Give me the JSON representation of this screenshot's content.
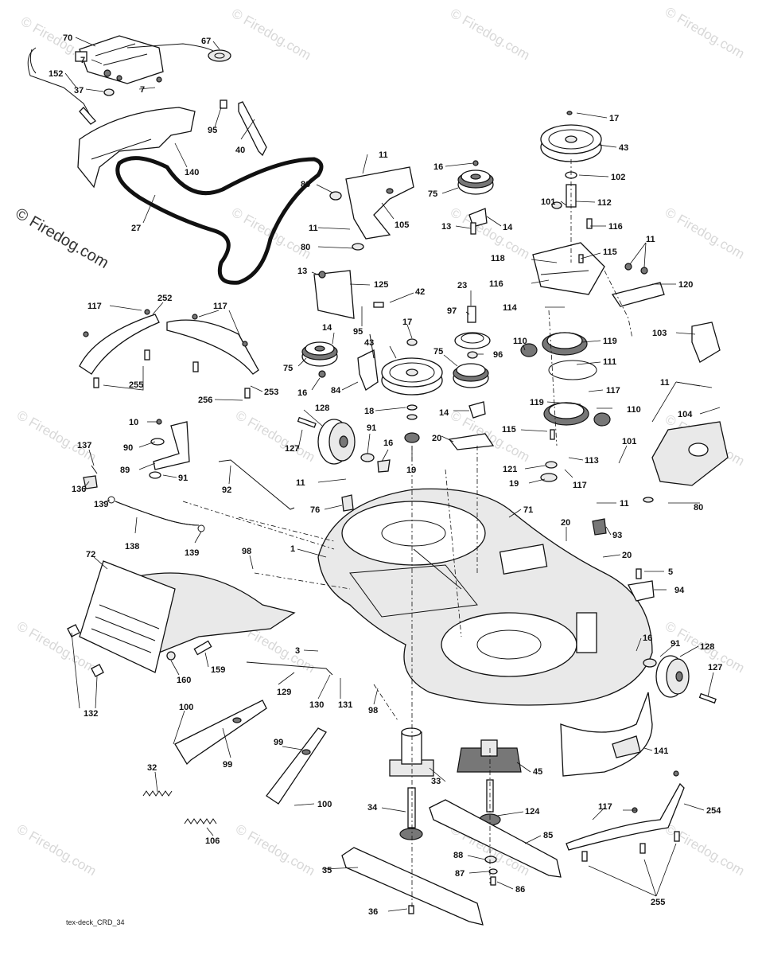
{
  "watermark": {
    "text": "© Firedog.com",
    "color_light": "#d8d8d8",
    "color_dark": "#333333"
  },
  "footer_code": "tex-deck_CRD_34",
  "callouts": [
    {
      "label": "70"
    },
    {
      "label": "67"
    },
    {
      "label": "7"
    },
    {
      "label": "7"
    },
    {
      "label": "152"
    },
    {
      "label": "37"
    },
    {
      "label": "95"
    },
    {
      "label": "40"
    },
    {
      "label": "140"
    },
    {
      "label": "27"
    },
    {
      "label": "11"
    },
    {
      "label": "80"
    },
    {
      "label": "11"
    },
    {
      "label": "80"
    },
    {
      "label": "105"
    },
    {
      "label": "16"
    },
    {
      "label": "75"
    },
    {
      "label": "13"
    },
    {
      "label": "14"
    },
    {
      "label": "17"
    },
    {
      "label": "43"
    },
    {
      "label": "102"
    },
    {
      "label": "101"
    },
    {
      "label": "112"
    },
    {
      "label": "116"
    },
    {
      "label": "11"
    },
    {
      "label": "118"
    },
    {
      "label": "115"
    },
    {
      "label": "116"
    },
    {
      "label": "120"
    },
    {
      "label": "13"
    },
    {
      "label": "125"
    },
    {
      "label": "42"
    },
    {
      "label": "23"
    },
    {
      "label": "114"
    },
    {
      "label": "103"
    },
    {
      "label": "117"
    },
    {
      "label": "252"
    },
    {
      "label": "117"
    },
    {
      "label": "95"
    },
    {
      "label": "97"
    },
    {
      "label": "17"
    },
    {
      "label": "14"
    },
    {
      "label": "43"
    },
    {
      "label": "96"
    },
    {
      "label": "75"
    },
    {
      "label": "110"
    },
    {
      "label": "119"
    },
    {
      "label": "111"
    },
    {
      "label": "75"
    },
    {
      "label": "16"
    },
    {
      "label": "84"
    },
    {
      "label": "255"
    },
    {
      "label": "256"
    },
    {
      "label": "253"
    },
    {
      "label": "117"
    },
    {
      "label": "11"
    },
    {
      "label": "119"
    },
    {
      "label": "110"
    },
    {
      "label": "104"
    },
    {
      "label": "128"
    },
    {
      "label": "18"
    },
    {
      "label": "14"
    },
    {
      "label": "10"
    },
    {
      "label": "127"
    },
    {
      "label": "91"
    },
    {
      "label": "90"
    },
    {
      "label": "16"
    },
    {
      "label": "20"
    },
    {
      "label": "115"
    },
    {
      "label": "137"
    },
    {
      "label": "89"
    },
    {
      "label": "19"
    },
    {
      "label": "101"
    },
    {
      "label": "91"
    },
    {
      "label": "121"
    },
    {
      "label": "19"
    },
    {
      "label": "113"
    },
    {
      "label": "92"
    },
    {
      "label": "11"
    },
    {
      "label": "117"
    },
    {
      "label": "80"
    },
    {
      "label": "136"
    },
    {
      "label": "76"
    },
    {
      "label": "71"
    },
    {
      "label": "11"
    },
    {
      "label": "139"
    },
    {
      "label": "20"
    },
    {
      "label": "93"
    },
    {
      "label": "138"
    },
    {
      "label": "139"
    },
    {
      "label": "98"
    },
    {
      "label": "1"
    },
    {
      "label": "20"
    },
    {
      "label": "72"
    },
    {
      "label": "5"
    },
    {
      "label": "94"
    },
    {
      "label": "3"
    },
    {
      "label": "16"
    },
    {
      "label": "91"
    },
    {
      "label": "128"
    },
    {
      "label": "160"
    },
    {
      "label": "159"
    },
    {
      "label": "127"
    },
    {
      "label": "129"
    },
    {
      "label": "130"
    },
    {
      "label": "131"
    },
    {
      "label": "98"
    },
    {
      "label": "132"
    },
    {
      "label": "100"
    },
    {
      "label": "141"
    },
    {
      "label": "99"
    },
    {
      "label": "99"
    },
    {
      "label": "33"
    },
    {
      "label": "45"
    },
    {
      "label": "32"
    },
    {
      "label": "100"
    },
    {
      "label": "117"
    },
    {
      "label": "254"
    },
    {
      "label": "34"
    },
    {
      "label": "124"
    },
    {
      "label": "106"
    },
    {
      "label": "85"
    },
    {
      "label": "88"
    },
    {
      "label": "35"
    },
    {
      "label": "87"
    },
    {
      "label": "86"
    },
    {
      "label": "255"
    },
    {
      "label": "36"
    }
  ]
}
